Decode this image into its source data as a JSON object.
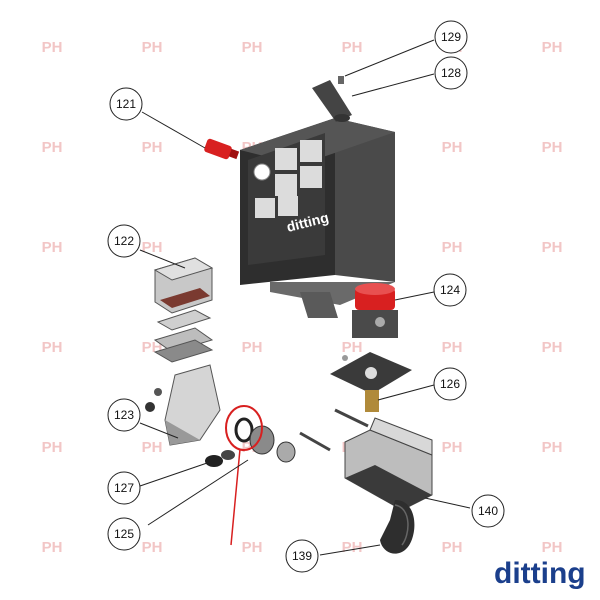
{
  "watermark": {
    "text": "PH"
  },
  "cabinet": {
    "brand": "ditting"
  },
  "brand": {
    "logo_text": "ditting",
    "color": "#1b3f8c"
  },
  "colors": {
    "highlight_red": "#d82020",
    "part_dark": "#3a3a3a",
    "part_gray": "#b8b8b8",
    "callout_line": "#222222"
  },
  "callouts": [
    {
      "id": "121",
      "label": "121"
    },
    {
      "id": "122",
      "label": "122"
    },
    {
      "id": "123",
      "label": "123"
    },
    {
      "id": "124",
      "label": "124"
    },
    {
      "id": "125",
      "label": "125"
    },
    {
      "id": "126",
      "label": "126"
    },
    {
      "id": "127",
      "label": "127"
    },
    {
      "id": "128",
      "label": "128"
    },
    {
      "id": "129",
      "label": "129"
    },
    {
      "id": "139",
      "label": "139"
    },
    {
      "id": "140",
      "label": "140"
    }
  ]
}
